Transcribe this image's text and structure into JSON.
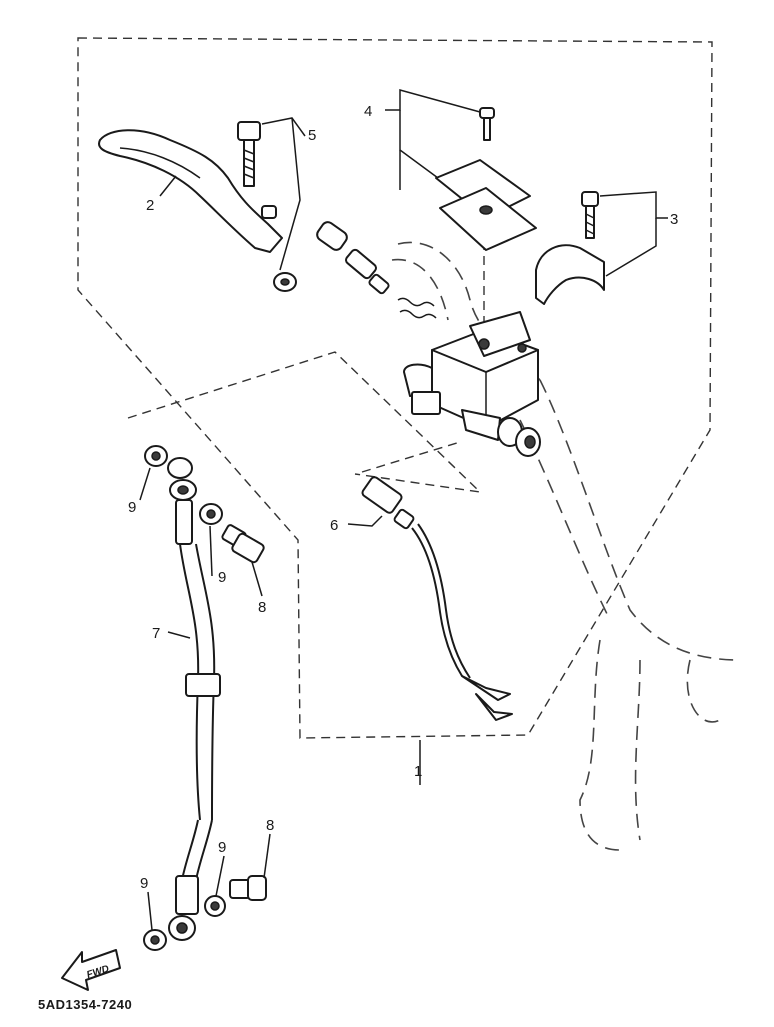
{
  "diagram": {
    "code": "5AD1354-7240",
    "fwd_label": "FWD",
    "callouts": {
      "c1": "1",
      "c2": "2",
      "c3": "3",
      "c4": "4",
      "c5": "5",
      "c6": "6",
      "c7": "7",
      "c8_mid": "8",
      "c8_low": "8",
      "c9_top": "9",
      "c9_mid": "9",
      "c9_low_left": "9",
      "c9_low_right": "9"
    }
  }
}
